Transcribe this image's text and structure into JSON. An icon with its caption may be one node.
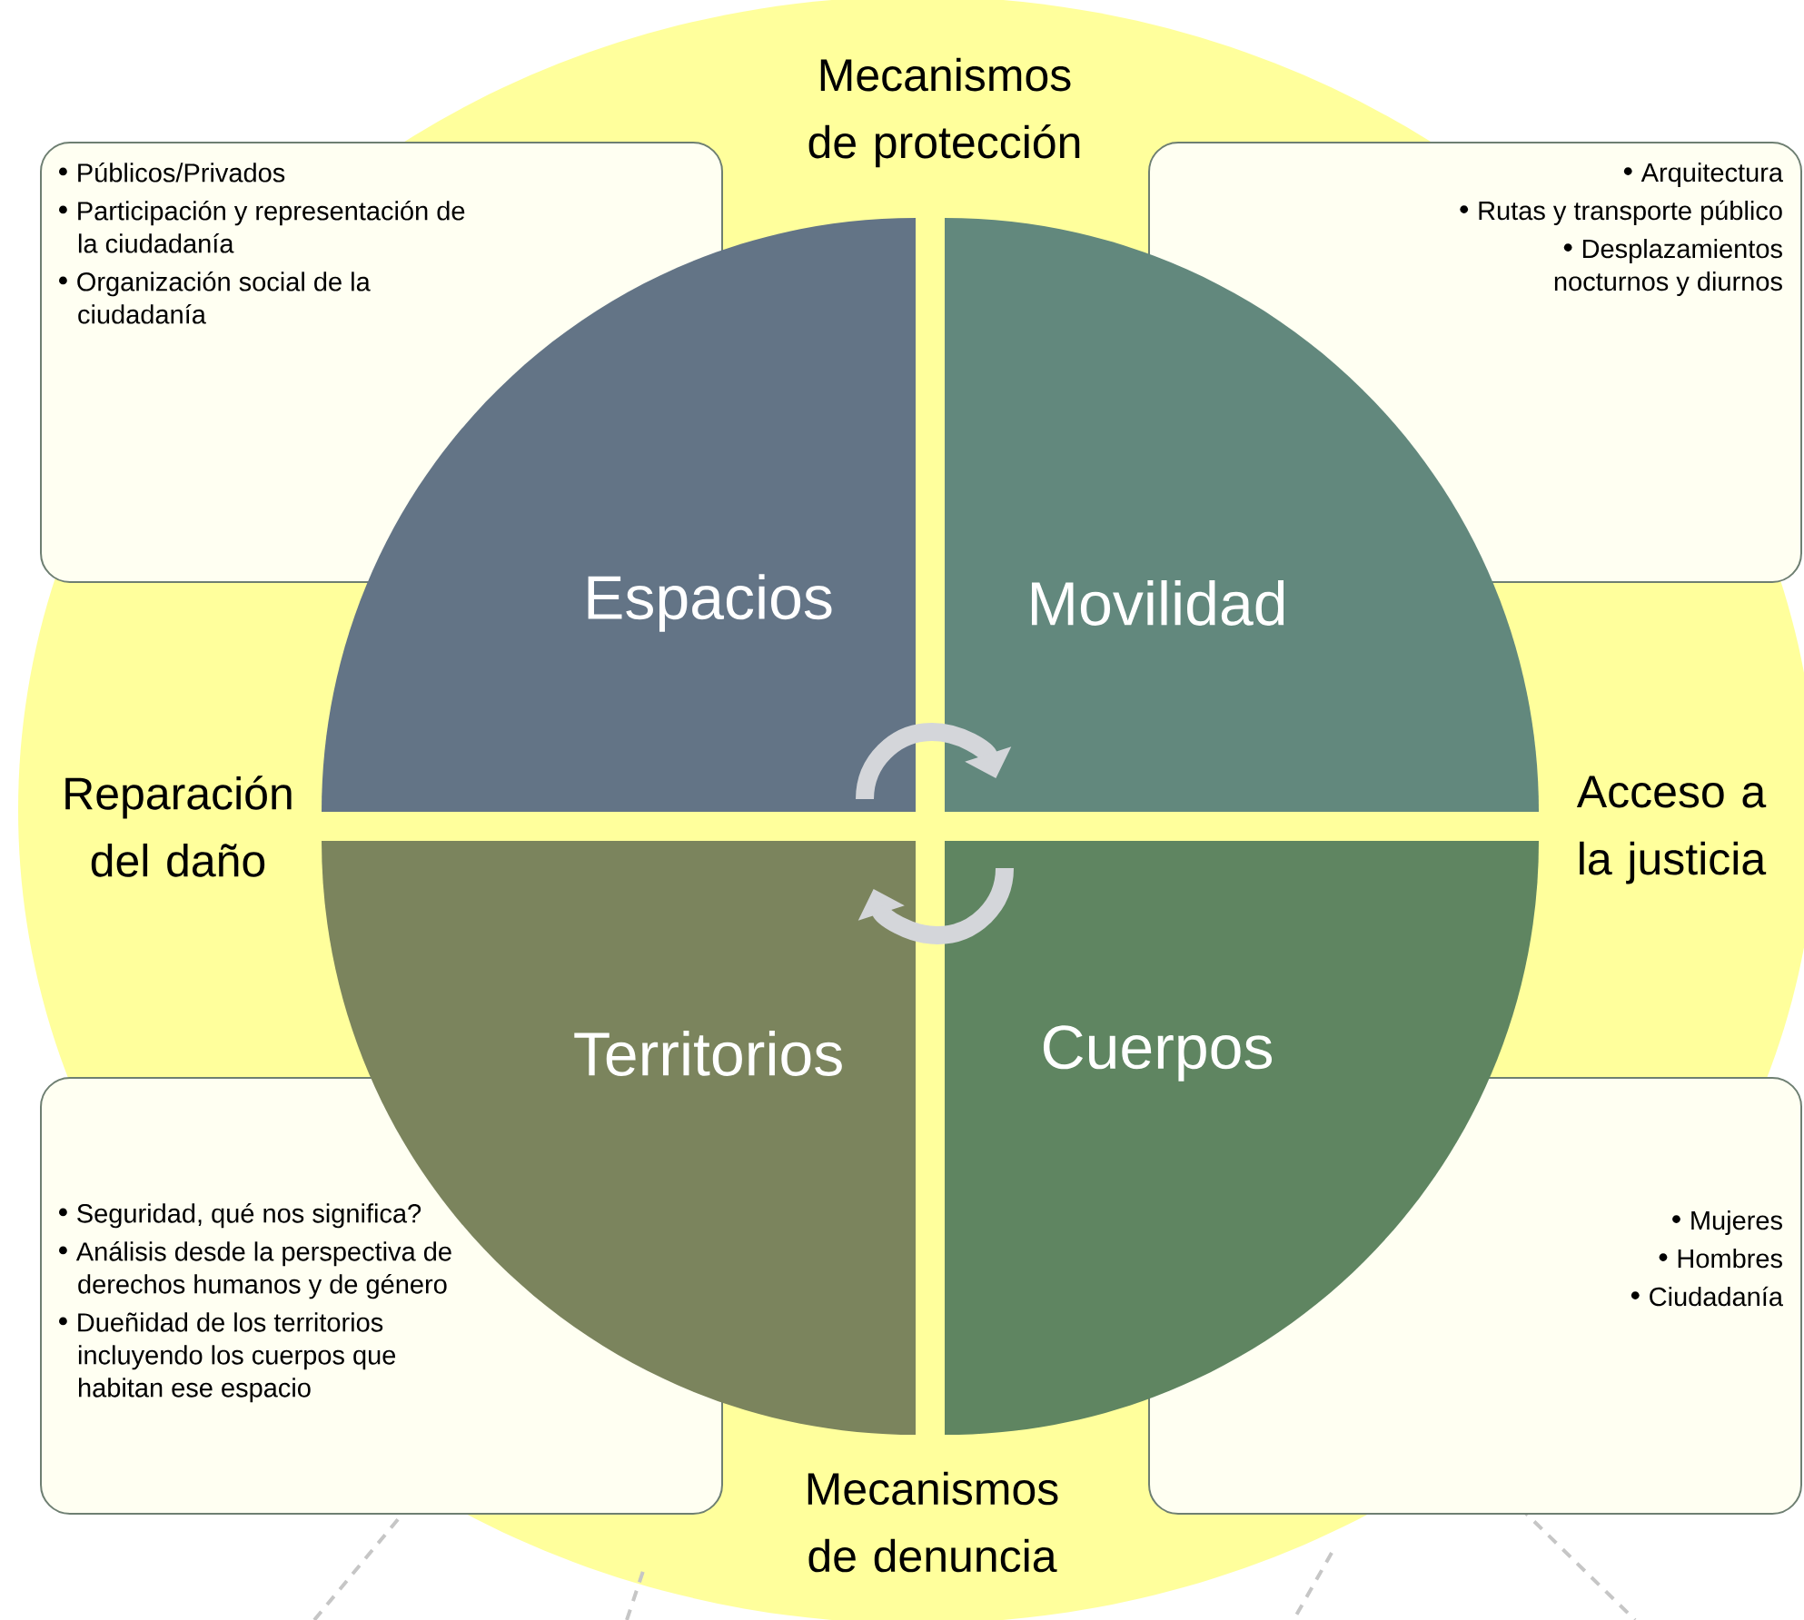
{
  "diagram": {
    "nodes": [
      {
        "text": [
          "Públicos/Privados",
          "Participación y representación de la ciudadanía",
          "Organización social de la ciudadanía"
        ]
      },
      {
        "text": [
          "Arquitectura",
          "Rutas y transporte público",
          "Desplazamientos nocturnos y diurnos"
        ]
      },
      {
        "text": [
          "Espacios"
        ]
      },
      {
        "text": [
          "Movilidad"
        ]
      },
      {
        "text": [
          "Territorios"
        ]
      },
      {
        "text": [
          "Cuerpos"
        ]
      },
      {
        "text": [
          "Seguridad, qué nos significa?",
          "Análisis desde la perspectiva de derechos humanos y de género",
          "Dueñidad de los territorios incluyendo los cuerpos que habitan ese espacio"
        ]
      },
      {
        "text": [
          "Mujeres",
          "Hombres",
          "Ciudadanía"
        ]
      }
    ],
    "edges": [
      {
        "from": 2,
        "to": 3,
        "arrow": "to"
      },
      {
        "from": 5,
        "to": 4,
        "arrow": "to"
      }
    ],
    "labels": [
      "Mecanismos de protección",
      "Reparación del daño",
      "Acceso a la justicia",
      "Mecanismos de denuncia"
    ]
  }
}
